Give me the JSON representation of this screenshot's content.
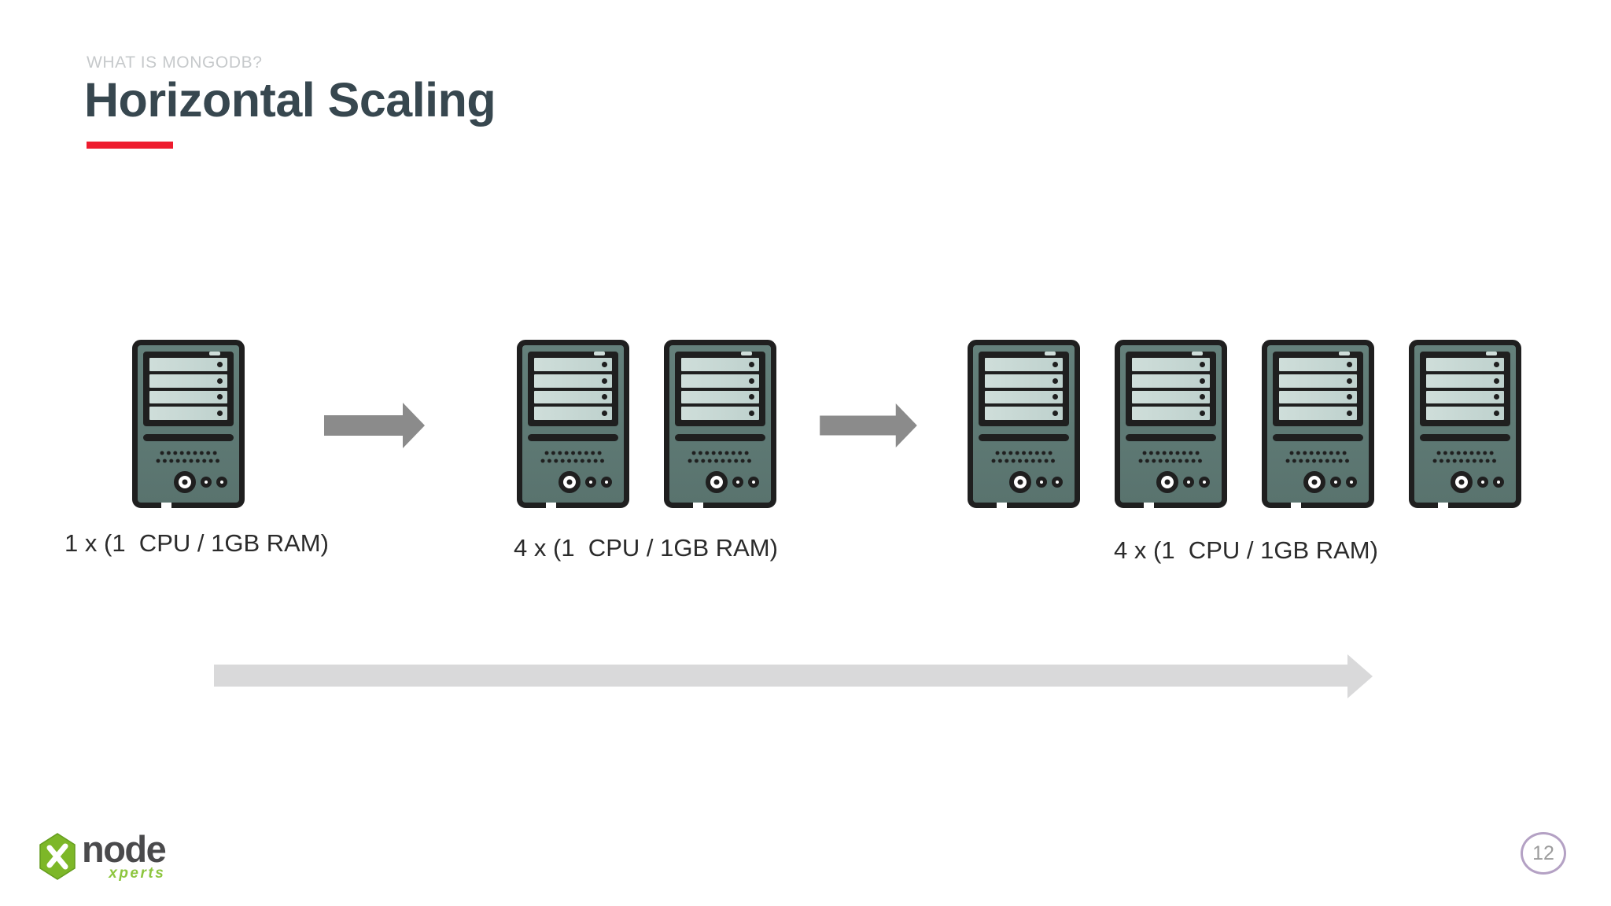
{
  "header": {
    "eyebrow": "WHAT IS MONGODB?",
    "title": "Horizontal Scaling"
  },
  "diagram": {
    "groups": [
      {
        "server_count": 1,
        "label": "1 x (1  CPU / 1GB RAM)"
      },
      {
        "server_count": 2,
        "label": "4 x (1  CPU / 1GB RAM)"
      },
      {
        "server_count": 4,
        "label": "4 x (1  CPU / 1GB RAM)"
      }
    ],
    "server_icon": {
      "name": "server-tower",
      "bays_per_server": 4
    }
  },
  "footer": {
    "logo": {
      "name": "node",
      "suffix": "xperts"
    },
    "page_number": "12"
  },
  "colors": {
    "accent-red": "#ee1c2e",
    "title": "#37474f",
    "eyebrow": "#c6c9cb",
    "label": "#2b2b2b",
    "step-arrow": "#8b8b8b",
    "timeline-arrow": "#d9d9da",
    "server-body": "#64807b",
    "server-body-dark": "#59736e",
    "bay": "#cfdeda",
    "bay-dark": "#bed1cd",
    "outline": "#1f1f1f",
    "logo-green": "#7db728",
    "logo-green-light": "#8dc63f",
    "logo-dark": "#4a4a4c",
    "page-circle": "#b4a1c4",
    "page-number": "#9b9b9b"
  }
}
